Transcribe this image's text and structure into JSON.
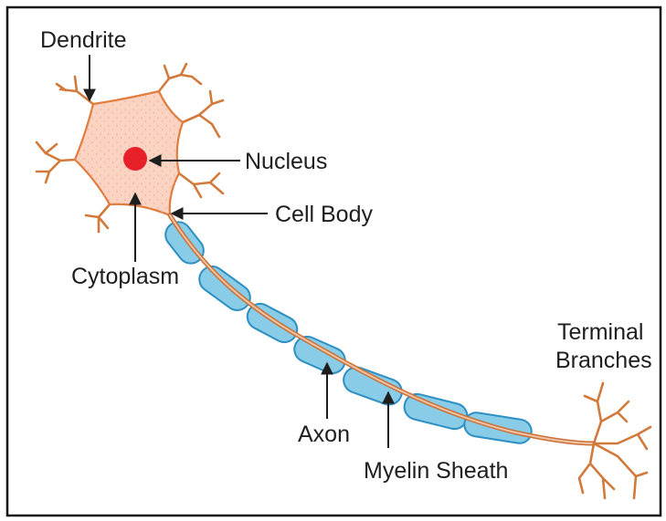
{
  "diagram": {
    "labels": {
      "dendrite": "Dendrite",
      "nucleus": "Nucleus",
      "cell_body": "Cell Body",
      "cytoplasm": "Cytoplasm",
      "terminal_line1": "Terminal",
      "terminal_line2": "Branches",
      "axon": "Axon",
      "myelin_sheath": "Myelin Sheath"
    },
    "colors": {
      "cell_body_fill": "#fbd3c3",
      "cell_body_outline": "#e07b3c",
      "nucleus": "#e8202a",
      "dendrite": "#d17a3c",
      "myelin_fill": "#88cce8",
      "myelin_outline": "#2d8fc2",
      "axon": "#e59b66",
      "arrow": "#1e1e1e",
      "frame": "#111111"
    }
  }
}
